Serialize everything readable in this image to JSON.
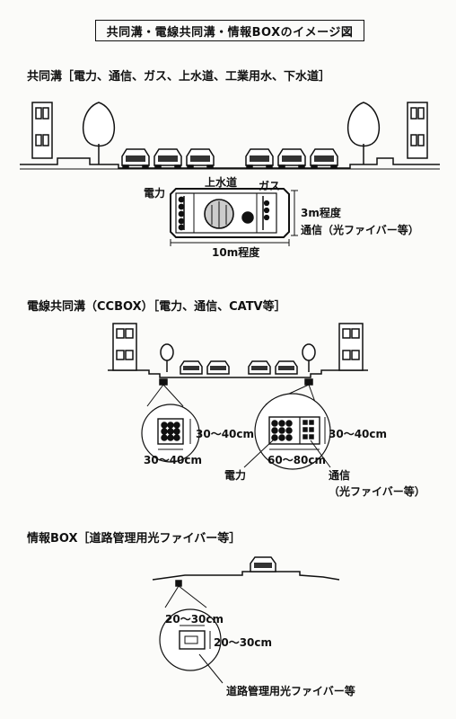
{
  "title": "共同溝・電線共同溝・情報BOXのイメージ図",
  "sections": {
    "kyodoko": {
      "heading": "共同溝［電力、通信、ガス、上水道、工業用水、下水道］",
      "labels": {
        "power": "電力",
        "water": "上水道",
        "gas": "ガス",
        "height": "3m程度",
        "telecom": "通信（光ファイバー等）",
        "width": "10m程度"
      }
    },
    "ccbox": {
      "heading": "電線共同溝（CCBOX）［電力、通信、CATV等］",
      "labels": {
        "small_height": "30～40cm",
        "small_width": "30～40cm",
        "big_height": "30～40cm",
        "big_width": "60～80cm",
        "power": "電力",
        "telecom": "通信",
        "fiber": "（光ファイバー等）"
      }
    },
    "infobox": {
      "heading": "情報BOX［道路管理用光ファイバー等］",
      "labels": {
        "width": "20～30cm",
        "height": "20～30cm",
        "fiber": "道路管理用光ファイバー等"
      }
    }
  }
}
